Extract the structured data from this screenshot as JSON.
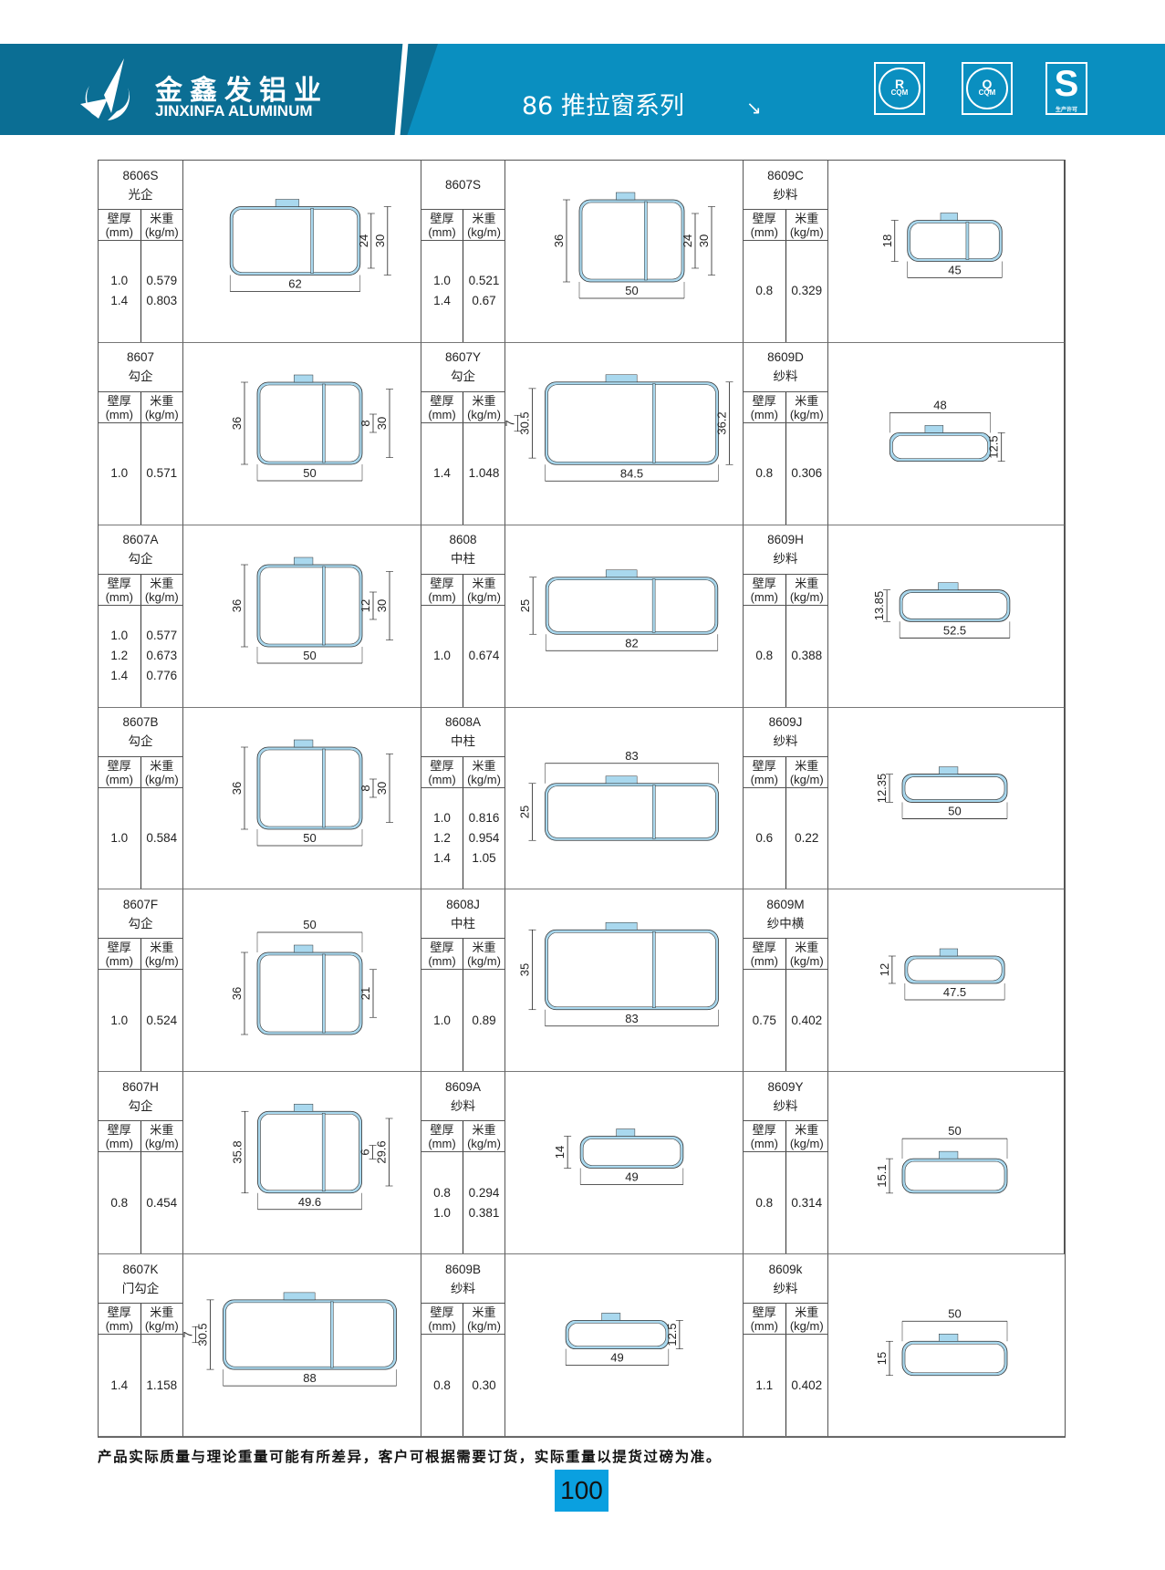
{
  "header": {
    "brand_cn": "金鑫发铝业",
    "brand_en": "JINXINFA ALUMINUM",
    "series_title": "86 推拉窗系列",
    "arrow": "↘",
    "certs": [
      {
        "label": "CQM",
        "mark": "R"
      },
      {
        "label": "CQM",
        "mark": "Q"
      },
      {
        "label": "生产许可",
        "mark": "S"
      }
    ]
  },
  "colors": {
    "band": "#0a8fc0",
    "band_dark": "#0b6e94",
    "profile": "#a9d8ee",
    "page_badge": "#0aa0e0"
  },
  "table": {
    "thickness_label": "壁厚",
    "thickness_unit": "(mm)",
    "weight_label": "米重",
    "weight_unit": "(kg/m)",
    "items": [
      {
        "code": "8606S",
        "name": "光企",
        "rows": [
          [
            "1.0",
            "0.579"
          ],
          [
            "1.4",
            "0.803"
          ]
        ],
        "w": "62",
        "wpos": "bottom",
        "h": [
          {
            "v": "24",
            "side": "right"
          },
          {
            "v": "30",
            "side": "right"
          }
        ]
      },
      {
        "code": "8607S",
        "name": "",
        "rows": [
          [
            "1.0",
            "0.521"
          ],
          [
            "1.4",
            "0.67"
          ]
        ],
        "w": "50",
        "wpos": "bottom",
        "h": [
          {
            "v": "36",
            "side": "left"
          },
          {
            "v": "24",
            "side": "right"
          },
          {
            "v": "30",
            "side": "right"
          }
        ]
      },
      {
        "code": "8609C",
        "name": "纱料",
        "rows": [
          [
            "0.8",
            "0.329"
          ]
        ],
        "w": "45",
        "wpos": "bottom",
        "h": [
          {
            "v": "18",
            "side": "left"
          }
        ]
      },
      {
        "code": "8607",
        "name": "勾企",
        "rows": [
          [
            "1.0",
            "0.571"
          ]
        ],
        "w": "50",
        "wpos": "bottom",
        "h": [
          {
            "v": "36",
            "side": "left"
          },
          {
            "v": "8",
            "side": "right"
          },
          {
            "v": "30",
            "side": "right"
          }
        ]
      },
      {
        "code": "8607Y",
        "name": "勾企",
        "rows": [
          [
            "1.4",
            "1.048"
          ]
        ],
        "w": "84.5",
        "wpos": "bottom",
        "h": [
          {
            "v": "30.5",
            "side": "left"
          },
          {
            "v": "7",
            "side": "left"
          },
          {
            "v": "36.2",
            "side": "right"
          }
        ]
      },
      {
        "code": "8609D",
        "name": "纱料",
        "rows": [
          [
            "0.8",
            "0.306"
          ]
        ],
        "w": "48",
        "wpos": "top",
        "h": [
          {
            "v": "12.5",
            "side": "right"
          }
        ]
      },
      {
        "code": "8607A",
        "name": "勾企",
        "rows": [
          [
            "1.0",
            "0.577"
          ],
          [
            "1.2",
            "0.673"
          ],
          [
            "1.4",
            "0.776"
          ]
        ],
        "w": "50",
        "wpos": "bottom",
        "h": [
          {
            "v": "36",
            "side": "left"
          },
          {
            "v": "12",
            "side": "right"
          },
          {
            "v": "30",
            "side": "right"
          }
        ]
      },
      {
        "code": "8608",
        "name": "中柱",
        "rows": [
          [
            "1.0",
            "0.674"
          ]
        ],
        "w": "82",
        "wpos": "bottom",
        "h": [
          {
            "v": "25",
            "side": "left"
          }
        ]
      },
      {
        "code": "8609H",
        "name": "纱料",
        "rows": [
          [
            "0.8",
            "0.388"
          ]
        ],
        "w": "52.5",
        "wpos": "bottom",
        "h": [
          {
            "v": "13.85",
            "side": "left"
          }
        ]
      },
      {
        "code": "8607B",
        "name": "勾企",
        "rows": [
          [
            "1.0",
            "0.584"
          ]
        ],
        "w": "50",
        "wpos": "bottom",
        "h": [
          {
            "v": "36",
            "side": "left"
          },
          {
            "v": "8",
            "side": "right"
          },
          {
            "v": "30",
            "side": "right"
          }
        ]
      },
      {
        "code": "8608A",
        "name": "中柱",
        "rows": [
          [
            "1.0",
            "0.816"
          ],
          [
            "1.2",
            "0.954"
          ],
          [
            "1.4",
            "1.05"
          ]
        ],
        "w": "83",
        "wpos": "top",
        "h": [
          {
            "v": "25",
            "side": "left"
          }
        ]
      },
      {
        "code": "8609J",
        "name": "纱料",
        "rows": [
          [
            "0.6",
            "0.22"
          ]
        ],
        "w": "50",
        "wpos": "bottom",
        "h": [
          {
            "v": "12.35",
            "side": "left"
          }
        ]
      },
      {
        "code": "8607F",
        "name": "勾企",
        "rows": [
          [
            "1.0",
            "0.524"
          ]
        ],
        "w": "50",
        "wpos": "top",
        "h": [
          {
            "v": "36",
            "side": "left"
          },
          {
            "v": "21",
            "side": "right"
          }
        ]
      },
      {
        "code": "8608J",
        "name": "中柱",
        "rows": [
          [
            "1.0",
            "0.89"
          ]
        ],
        "w": "83",
        "wpos": "bottom",
        "h": [
          {
            "v": "35",
            "side": "left"
          }
        ]
      },
      {
        "code": "8609M",
        "name": "纱中横",
        "rows": [
          [
            "0.75",
            "0.402"
          ]
        ],
        "w": "47.5",
        "wpos": "bottom",
        "h": [
          {
            "v": "12",
            "side": "left"
          }
        ]
      },
      {
        "code": "8607H",
        "name": "勾企",
        "rows": [
          [
            "0.8",
            "0.454"
          ]
        ],
        "w": "49.6",
        "wpos": "bottom",
        "h": [
          {
            "v": "35.8",
            "side": "left"
          },
          {
            "v": "6",
            "side": "right"
          },
          {
            "v": "29.6",
            "side": "right"
          }
        ]
      },
      {
        "code": "8609A",
        "name": "纱料",
        "rows": [
          [
            "0.8",
            "0.294"
          ],
          [
            "1.0",
            "0.381"
          ]
        ],
        "w": "49",
        "wpos": "bottom",
        "h": [
          {
            "v": "14",
            "side": "left"
          }
        ]
      },
      {
        "code": "8609Y",
        "name": "纱料",
        "rows": [
          [
            "0.8",
            "0.314"
          ]
        ],
        "w": "50",
        "wpos": "top",
        "h": [
          {
            "v": "15.1",
            "side": "left"
          }
        ]
      },
      {
        "code": "8607K",
        "name": "门勾企",
        "rows": [
          [
            "1.4",
            "1.158"
          ]
        ],
        "w": "88",
        "wpos": "bottom",
        "h": [
          {
            "v": "30.5",
            "side": "left"
          },
          {
            "v": "7",
            "side": "left"
          }
        ]
      },
      {
        "code": "8609B",
        "name": "纱料",
        "rows": [
          [
            "0.8",
            "0.30"
          ]
        ],
        "w": "49",
        "wpos": "bottom",
        "h": [
          {
            "v": "12.5",
            "side": "right"
          }
        ]
      },
      {
        "code": "8609k",
        "name": "纱料",
        "rows": [
          [
            "1.1",
            "0.402"
          ]
        ],
        "w": "50",
        "wpos": "top",
        "h": [
          {
            "v": "15",
            "side": "left"
          }
        ]
      }
    ]
  },
  "footer": {
    "note": "产品实际质量与理论重量可能有所差异，客户可根据需要订货，实际重量以提货过磅为准。",
    "page_number": "100"
  }
}
